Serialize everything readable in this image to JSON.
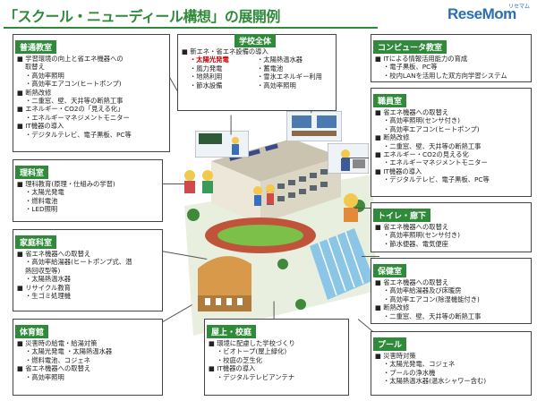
{
  "title": "「スクール・ニューディール構想」の展開例",
  "logo": {
    "brand": "ReseMom",
    "sub": "リセマム"
  },
  "boxes": {
    "futsu": {
      "heading": "普通教室",
      "lines": [
        "■ 学習環境の向上と省エネ機器への",
        "取替え",
        "・高効率照明",
        "・高効率エアコン(ヒートポンプ)",
        "■ 断熱改修",
        "・二重窓、壁、天井等の断熱工事",
        "■ エネルギー・CO2の「見える化」",
        "・エネルギーマネジメントモニター",
        "■ IT機器の導入",
        "・デジタルテレビ、電子黒板、PC等"
      ]
    },
    "gakko": {
      "heading": "学校全体",
      "intro": "■ 新エネ・省エネ設備の導入",
      "col1": [
        "・太陽光発電",
        "・風力発電",
        "・地熱利用",
        "・節水設備"
      ],
      "col2": [
        "・太陽熱温水器",
        "・蓄電池",
        "・雪氷エネルギー利用",
        "・高効率照明"
      ]
    },
    "computer": {
      "heading": "コンピュータ教室",
      "lines": [
        "■ ITによる情報活用能力の育成",
        "・電子黒板、PC等",
        "・校内LANを活用した双方向学習システム"
      ]
    },
    "rika": {
      "heading": "理科室",
      "lines": [
        "■ 理科教育(原理・仕組みの学習)",
        "・太陽光発電",
        "・燃料電池",
        "・LED照明"
      ]
    },
    "shokuin": {
      "heading": "職員室",
      "lines": [
        "■ 省エネ機器への取替え",
        "・高効率照明(センサ付き)",
        "・高効率エアコン(ヒートポンプ)",
        "■ 断熱改修",
        "・二重窓、壁、天井等の断熱工事",
        "■ エネルギー・CO2の見える化",
        "・エネルギーマネジメントモニター",
        "■ IT機器の導入",
        "・デジタルテレビ、電子黒板、PC等"
      ]
    },
    "katei": {
      "heading": "家庭科室",
      "lines": [
        "■ 省エネ機器への取替え",
        "・高効率給湯器(ヒートポンプ式、潜",
        "熱回収型等)",
        "・太陽熱温水器",
        "■ リサイクル教育",
        "・生ゴミ処理機"
      ]
    },
    "toilet": {
      "heading": "トイレ・廊下",
      "lines": [
        "■ 省エネ機器への取替え",
        "・高効率照明(センサ付き)",
        "・節水便器、電気便座"
      ]
    },
    "hoken": {
      "heading": "保健室",
      "lines": [
        "■ 省エネ機器への取替え",
        "・高効率給湯器及び床暖房",
        "・高効率エアコン(除湿機能付き)",
        "■ 断熱改修",
        "・二重窓、壁、天井等の断熱工事"
      ]
    },
    "taiikukan": {
      "heading": "体育館",
      "lines": [
        "■ 災害時の給電・給湯対策",
        "・太陽光発電 ・太陽熱温水器",
        "・燃料電池、コジェネ",
        "■ 省エネ機器への取替え",
        "・高効率照明"
      ]
    },
    "okujo": {
      "heading": "屋上・校庭",
      "lines": [
        "■ 環境に配慮した学校づくり",
        "・ビオトープ(屋上緑化)",
        "・校庭の芝生化",
        "■ IT機器の導入",
        "・デジタルテレビアンテナ"
      ]
    },
    "pool": {
      "heading": "プール",
      "lines": [
        "■ 災害時対策",
        "・太陽光発電、コジェネ",
        "・プールの浄水機",
        "・太陽熱温水器(温水シャワー含む)"
      ]
    }
  },
  "colors": {
    "accent": "#2f8a3a",
    "highlight": "#d00000",
    "logo": "#2a6fb4"
  }
}
